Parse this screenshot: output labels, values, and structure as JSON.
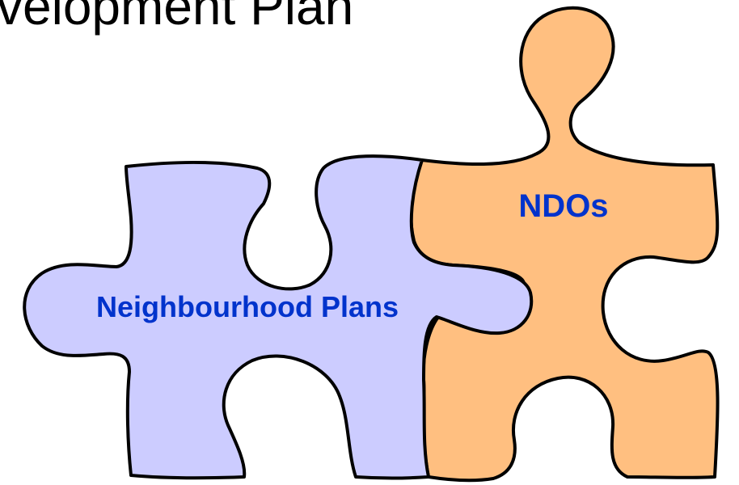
{
  "slide": {
    "title": "velopment Plan"
  },
  "pieces": {
    "left": {
      "label": "Neighbourhood Plans",
      "fill": "#ccccff"
    },
    "right": {
      "label": "NDOs",
      "fill": "#ffbf80"
    }
  },
  "colors": {
    "label_text": "#0033cc",
    "outline": "#000000"
  }
}
